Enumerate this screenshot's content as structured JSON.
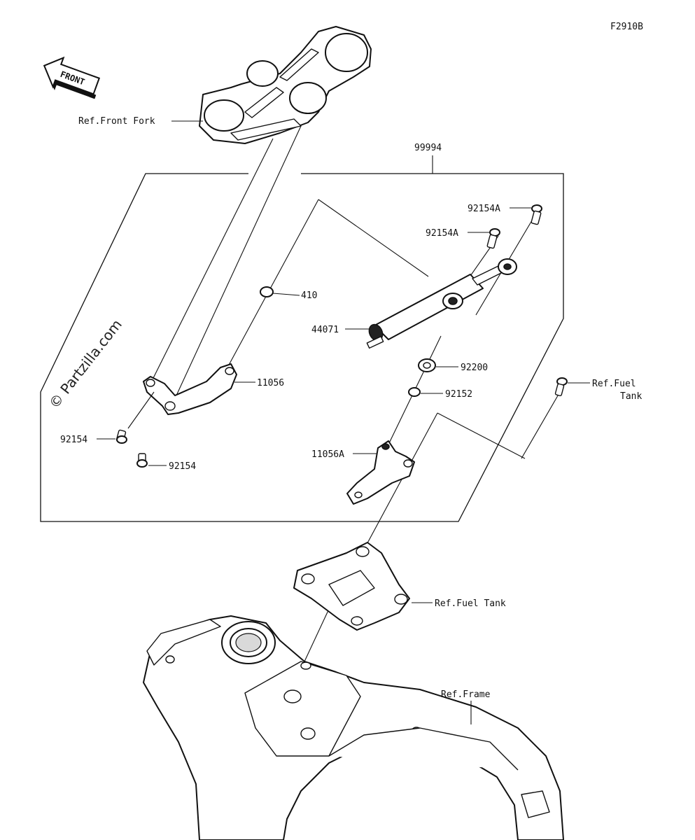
{
  "figure_code": "F2910B",
  "front_label": "FRONT",
  "watermark": "© Partzilla.com",
  "labels": {
    "ref_front_fork": "Ref.Front Fork",
    "kit": "99994",
    "bolt_92154a_top": "92154A",
    "bolt_92154a_mid": "92154A",
    "washer_410": "410",
    "damper_44071": "44071",
    "bracket_11056": "11056",
    "washer_92200": "92200",
    "washer_92152": "92152",
    "ref_fuel_tank_right_line1": "Ref.Fuel",
    "ref_fuel_tank_right_line2": "Tank",
    "bolt_92154_upper": "92154",
    "bolt_92154_lower": "92154",
    "bracket_11056a": "11056A",
    "ref_fuel_tank_bottom": "Ref.Fuel Tank",
    "ref_frame": "Ref.Frame"
  }
}
